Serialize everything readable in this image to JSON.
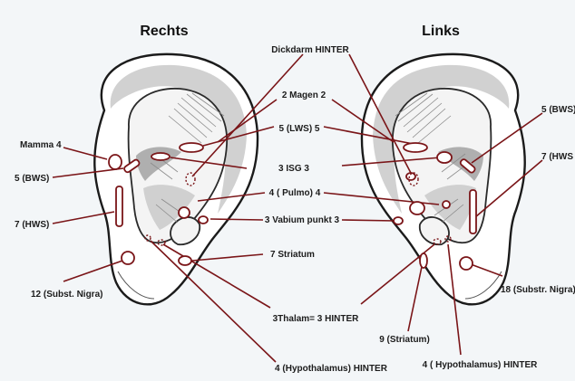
{
  "titles": {
    "right": "Rechts",
    "left": "Links"
  },
  "labels": {
    "dickdarm": "Dickdarm HINTER",
    "magen": "2 Magen 2",
    "lws": "5 (LWS) 5",
    "isg": "3 ISG 3",
    "pulmo": "4 ( Pulmo) 4",
    "vabium": "3 Vabium punkt 3",
    "striatum_r": "7 Striatum",
    "thalam": "3Thalam= 3 HINTER",
    "hypothalamus_r": "4 (Hypothalamus) HINTER",
    "mamma": "Mamma 4",
    "bws_r": "5 (BWS)",
    "hws_r": "7 (HWS)",
    "subst_nigra_r": "12 (Subst. Nigra)",
    "bws_l": "5 (BWS)",
    "hws_l": "7 (HWS",
    "subst_nigra_l": "18 (Substr. Nigra)",
    "striatum_l": "9 (Striatum)",
    "hypothalamus_l": "4 ( Hypothalamus) HINTER"
  },
  "colors": {
    "leader": "#7a1518",
    "background": "#f3f6f8"
  }
}
